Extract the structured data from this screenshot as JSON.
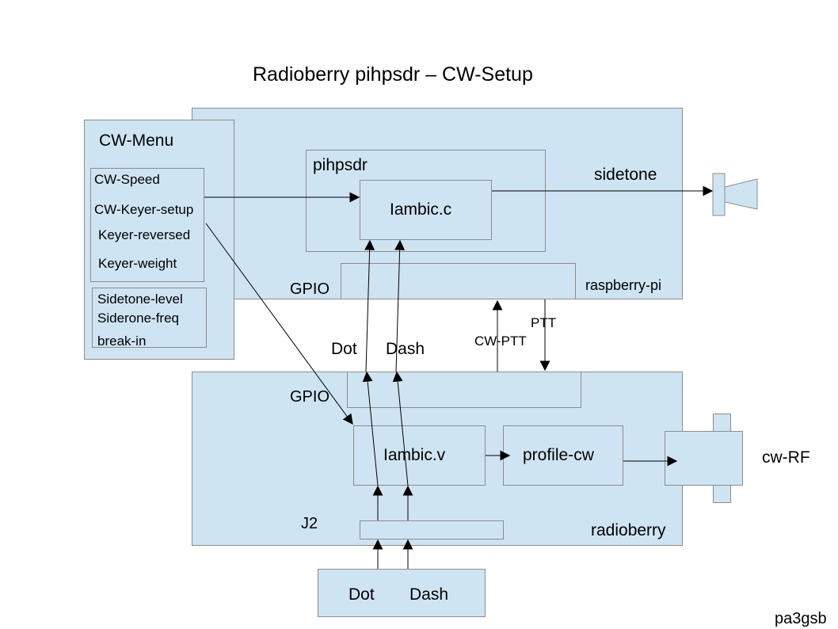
{
  "title": "Radioberry pihpsdr – CW-Setup",
  "author": "pa3gsb",
  "raspberry_pi": {
    "label": "raspberry-pi",
    "gpio_label": "GPIO",
    "pihpsdr_label": "pihpsdr",
    "iambic_c_label": "Iambic.c",
    "sidetone_label": "sidetone"
  },
  "cw_menu": {
    "title": "CW-Menu",
    "keyer_items": [
      "CW-Speed",
      "CW-Keyer-setup",
      "Keyer-reversed",
      "Keyer-weight"
    ],
    "sidetone_items": [
      "Sidetone-level",
      "Siderone-freq",
      "break-in"
    ]
  },
  "radioberry": {
    "label": "radioberry",
    "gpio_label": "GPIO",
    "j2_label": "J2",
    "iambic_v_label": "Iambic.v",
    "profile_cw_label": "profile-cw"
  },
  "signals": {
    "dot": "Dot",
    "dash": "Dash",
    "cw_ptt": "CW-PTT",
    "ptt": "PTT"
  },
  "paddle": {
    "dot": "Dot",
    "dash": "Dash"
  },
  "output": {
    "cw_rf": "cw-RF"
  }
}
